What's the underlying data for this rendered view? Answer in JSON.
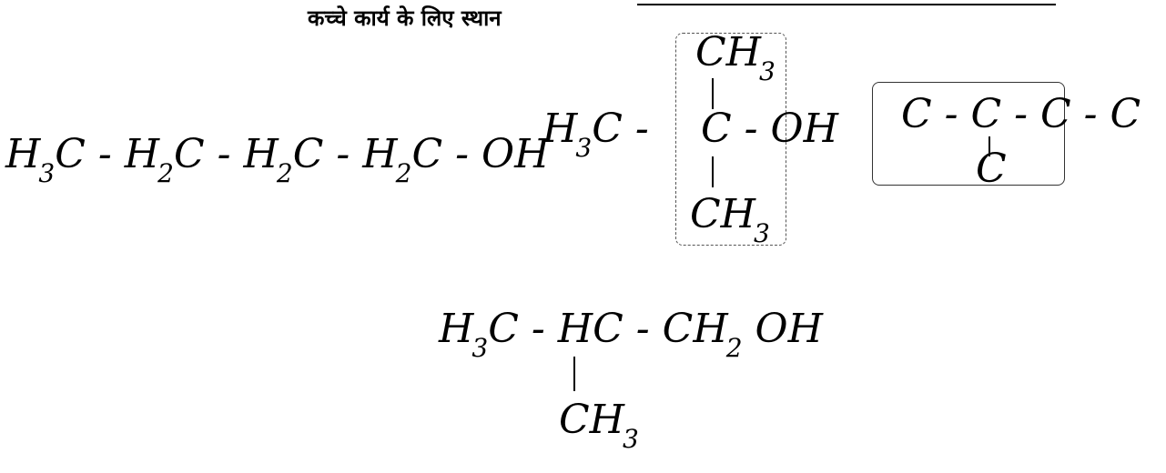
{
  "heading": "कच्चे कार्य के लिए स्थान",
  "structures": {
    "butanol": {
      "c1": "H",
      "c1_sub": "3",
      "c1_atom": "C",
      "bond": "-",
      "c2": "H",
      "c2_sub": "2",
      "c2_atom": "C",
      "c3": "H",
      "c3_sub": "2",
      "c3_atom": "C",
      "c4": "H",
      "c4_sub": "2",
      "c4_atom": "C",
      "oh": "OH"
    },
    "tert_butanol": {
      "top_methyl": "CH",
      "top_methyl_sub": "3",
      "left": "H",
      "left_sub": "3",
      "left_atom": "C",
      "center": "C",
      "oh": "OH",
      "bottom_methyl": "CH",
      "bottom_methyl_sub": "3"
    },
    "skeleton": {
      "chain": "C - C - C - C",
      "branch": "C"
    },
    "isobutanol": {
      "left": "H",
      "left_sub": "3",
      "left_atom": "C",
      "mid": "HC",
      "right": "CH",
      "right_sub": "2",
      "right_oh": "OH",
      "branch": "CH",
      "branch_sub": "3"
    }
  }
}
